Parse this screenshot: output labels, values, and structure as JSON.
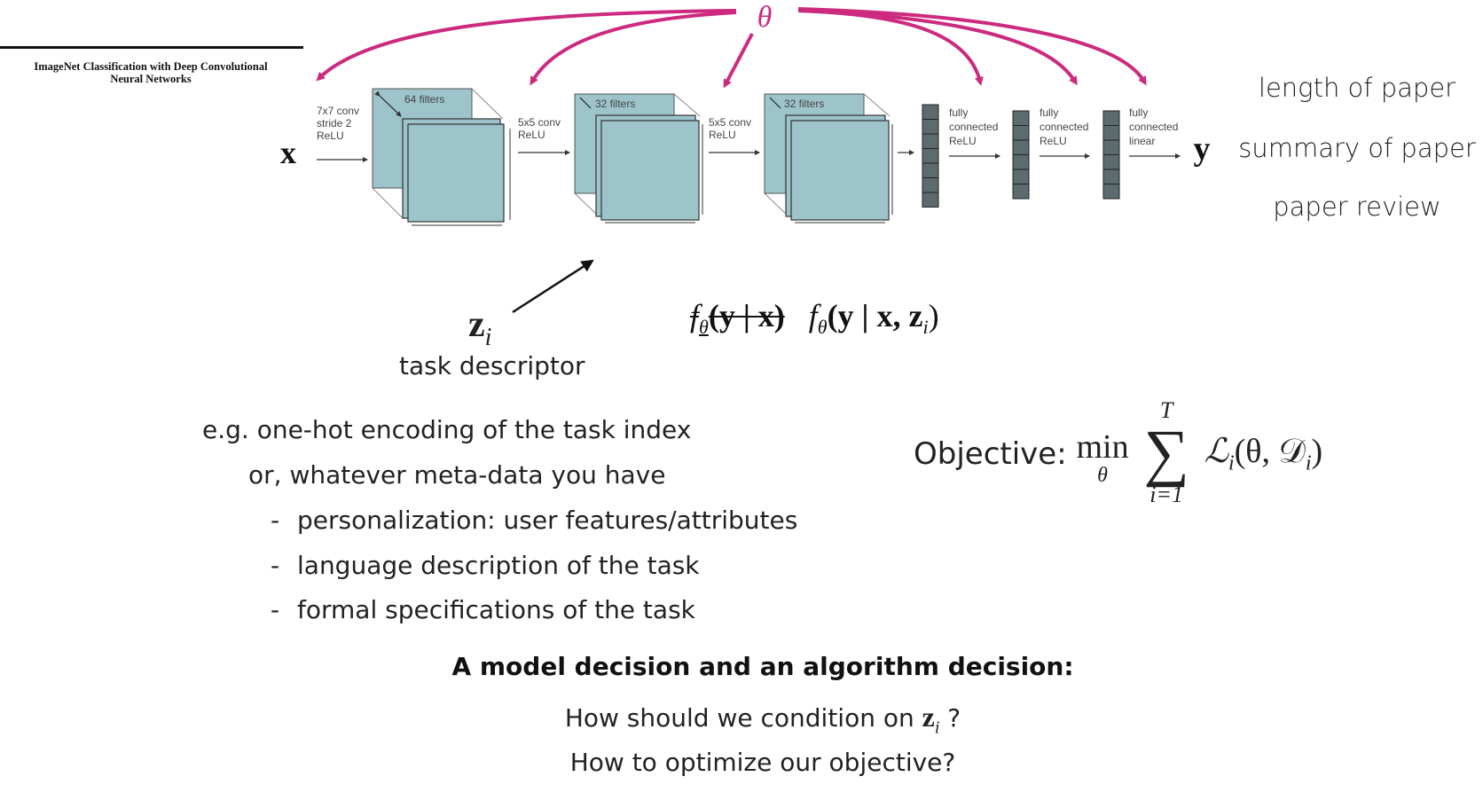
{
  "paper": {
    "title_line1": "ImageNet Classification with Deep Convolutional",
    "title_line2": "Neural Networks"
  },
  "diagram": {
    "shared_param": "θ",
    "input_var": "x",
    "output_var": "y",
    "layers": [
      {
        "op_line1": "7x7 conv",
        "op_line2": "stride 2",
        "op_line3": "ReLU",
        "filters": "64 filters"
      },
      {
        "op_line1": "5x5 conv",
        "op_line2": "ReLU",
        "filters": "32 filters"
      },
      {
        "op_line1": "5x5 conv",
        "op_line2": "ReLU",
        "filters": "32 filters"
      }
    ],
    "fc_layers": [
      {
        "line1": "fully",
        "line2": "connected",
        "line3": "ReLU"
      },
      {
        "line1": "fully",
        "line2": "connected",
        "line3": "ReLU"
      },
      {
        "line1": "fully",
        "line2": "connected",
        "line3": "linear"
      }
    ],
    "colors": {
      "arrow_magenta": "#cc2a7f",
      "feature_map": "#9cc4ca",
      "fc_block": "#5c6b6e"
    }
  },
  "outputs": [
    "length of paper",
    "summary of paper",
    "paper review"
  ],
  "task": {
    "var": "z",
    "sub": "i",
    "label": "task descriptor"
  },
  "formula": {
    "old": {
      "f": "f",
      "sub": "θ",
      "args": "(y | x)"
    },
    "new": {
      "f": "f",
      "sub": "θ",
      "args_open": "(y | x, z",
      "args_sub": "i",
      "args_close": ")"
    }
  },
  "bullets": {
    "line0": "e.g. one-hot encoding of the task index",
    "line1": "or, whatever meta-data you have",
    "items": [
      "personalization: user features/attributes",
      "language description of the task",
      "formal specifications of the task"
    ],
    "dash": "-"
  },
  "objective": {
    "label": "Objective:",
    "min": "min",
    "min_sub": "θ",
    "sum_top": "T",
    "sum": "∑",
    "sum_bottom": "i=1",
    "loss": "ℒ",
    "loss_sub": "i",
    "args_open": "(θ, 𝒟",
    "args_sub": "i",
    "args_close": ")"
  },
  "decision": {
    "title": "A model decision and an algorithm decision:",
    "q1_text": "How should we condition on ",
    "q1_var": "z",
    "q1_sub": "i",
    "q1_end": " ?",
    "q2": "How to optimize our objective?"
  }
}
